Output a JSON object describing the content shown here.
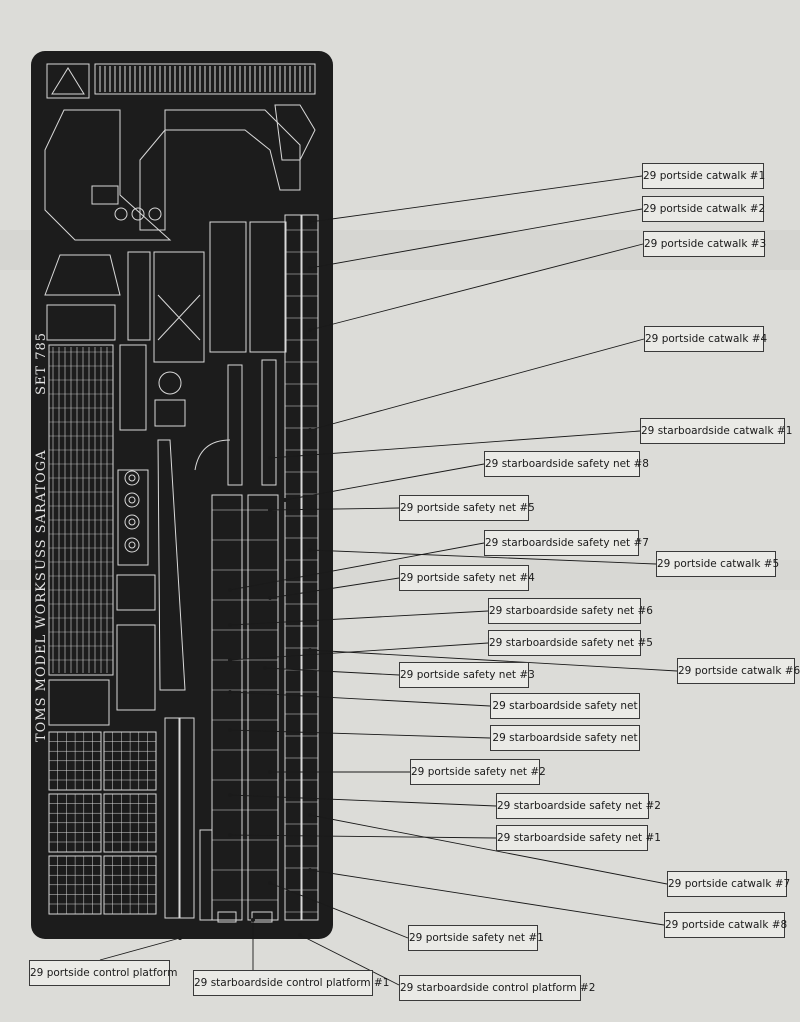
{
  "sheet": {
    "brand_text": "TOMS MODEL WORKS",
    "ship_text": "USS SARATOGA",
    "set_text": "SET 785"
  },
  "labels": {
    "portside_catwalk_1": "29 portside catwalk #1",
    "portside_catwalk_2": "29 portside catwalk #2",
    "portside_catwalk_3": "29 portside catwalk #3",
    "portside_catwalk_4": "29 portside catwalk #4",
    "starboardside_catwalk_1": "29 starboardside catwalk #1",
    "starboardside_safety_net_8": "29 starboardside safety net #8",
    "portside_safety_net_5": "29 portside safety net #5",
    "starboardside_safety_net_7": "29 starboardside safety net #7",
    "portside_catwalk_5": "29 portside catwalk #5",
    "portside_safety_net_4": "29 portside safety net #4",
    "starboardside_safety_net_6": "29 starboardside safety net #6",
    "starboardside_safety_net_5": "29 starboardside safety net #5",
    "portside_catwalk_6": "29 portside catwalk #6",
    "portside_safety_net_3": "29 portside safety net #3",
    "starboardside_safety_net_a": "29 starboardside safety net",
    "starboardside_safety_net_b": "29 starboardside safety net",
    "portside_safety_net_2": "29 portside safety net #2",
    "starboardside_safety_net_2": "29 starboardside safety net #2",
    "starboardside_safety_net_1": "29 starboardside safety net #1",
    "portside_catwalk_7": "29 portside catwalk #7",
    "portside_catwalk_8": "29 portside catwalk #8",
    "portside_safety_net_1": "29 portside safety net #1",
    "portside_control_platform": "29 portside control platform",
    "starboardside_control_platform_1": "29 starboardside control platform #1",
    "starboardside_control_platform_2": "29 starboardside control platform #2"
  }
}
